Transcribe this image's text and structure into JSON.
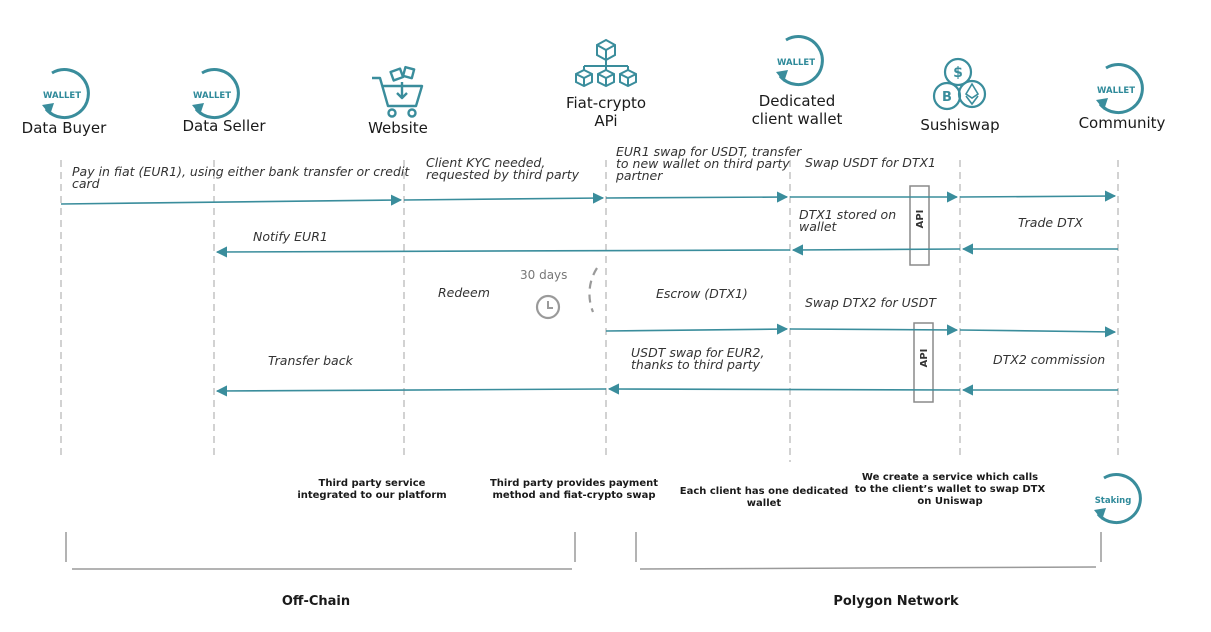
{
  "colors": {
    "accent": "#3a8d9c",
    "text": "#1a1a1a",
    "lifeline": "#b5b5b5"
  },
  "actors": [
    {
      "id": "buyer",
      "label_lines": [
        "Data Buyer"
      ],
      "icon": "wallet-icon",
      "icon_text": "WALLET"
    },
    {
      "id": "seller",
      "label_lines": [
        "Data Seller"
      ],
      "icon": "wallet-icon",
      "icon_text": "WALLET"
    },
    {
      "id": "website",
      "label_lines": [
        "Website"
      ],
      "icon": "shopping-cart-icon"
    },
    {
      "id": "api",
      "label_lines": [
        "Fiat-crypto",
        "APi"
      ],
      "icon": "network-cubes-icon"
    },
    {
      "id": "dedicated",
      "label_lines": [
        "Dedicated",
        "client wallet"
      ],
      "icon": "wallet-icon",
      "icon_text": "WALLET"
    },
    {
      "id": "sushiswap",
      "label_lines": [
        "Sushiswap"
      ],
      "icon": "coins-icon"
    },
    {
      "id": "community",
      "label_lines": [
        "Community"
      ],
      "icon": "wallet-icon",
      "icon_text": "WALLET"
    }
  ],
  "messages": [
    {
      "from": "buyer",
      "to": "website",
      "lines": [
        "Pay in fiat (EUR1), using either bank transfer or credit",
        "card"
      ]
    },
    {
      "from": "website",
      "to": "api",
      "lines": [
        "Client KYC needed,",
        "requested by third party"
      ]
    },
    {
      "from": "api",
      "to": "dedicated",
      "lines": [
        "EUR1 swap for USDT, transfer",
        "to new wallet on third party",
        "partner"
      ]
    },
    {
      "from": "dedicated",
      "to": "sushiswap",
      "lines": [
        "Swap USDT for DTX1"
      ]
    },
    {
      "from": "sushiswap",
      "to": "community",
      "lines": [
        ""
      ]
    },
    {
      "from": "community",
      "to": "sushiswap",
      "lines": [
        "Trade DTX"
      ]
    },
    {
      "from": "sushiswap",
      "to": "dedicated",
      "lines": [
        "DTX1 stored on",
        "wallet"
      ]
    },
    {
      "from": "dedicated",
      "to": "seller",
      "lines": [
        "Notify EUR1"
      ]
    },
    {
      "from": "api",
      "to": "dedicated",
      "lines": [
        "Escrow (DTX1)"
      ]
    },
    {
      "from": "dedicated",
      "to": "sushiswap",
      "lines": [
        "Swap DTX2 for USDT"
      ]
    },
    {
      "from": "sushiswap",
      "to": "community",
      "lines": [
        ""
      ]
    },
    {
      "from": "community",
      "to": "sushiswap",
      "lines": [
        "DTX2 commission"
      ]
    },
    {
      "from": "sushiswap",
      "to": "api",
      "lines": [
        "USDT swap for EUR2,",
        "thanks to third party"
      ]
    },
    {
      "from": "api",
      "to": "seller",
      "lines": [
        "Transfer back"
      ]
    }
  ],
  "timer": {
    "label": "30 days",
    "caption": "Redeem",
    "icon": "clock-icon"
  },
  "api_box_label": "API",
  "notes": [
    {
      "lines": [
        "Third party service",
        "integrated to our platform"
      ]
    },
    {
      "lines": [
        "Third party provides payment",
        "method and fiat-crypto swap"
      ]
    },
    {
      "lines": [
        "Each client has one dedicated",
        "wallet"
      ]
    },
    {
      "lines": [
        "We create a service which calls",
        "to the client’s wallet to swap DTX",
        "on Uniswap"
      ]
    }
  ],
  "staking": {
    "label": "Staking",
    "icon": "wallet-icon"
  },
  "sections": [
    {
      "label": "Off-Chain"
    },
    {
      "label": "Polygon Network"
    }
  ]
}
